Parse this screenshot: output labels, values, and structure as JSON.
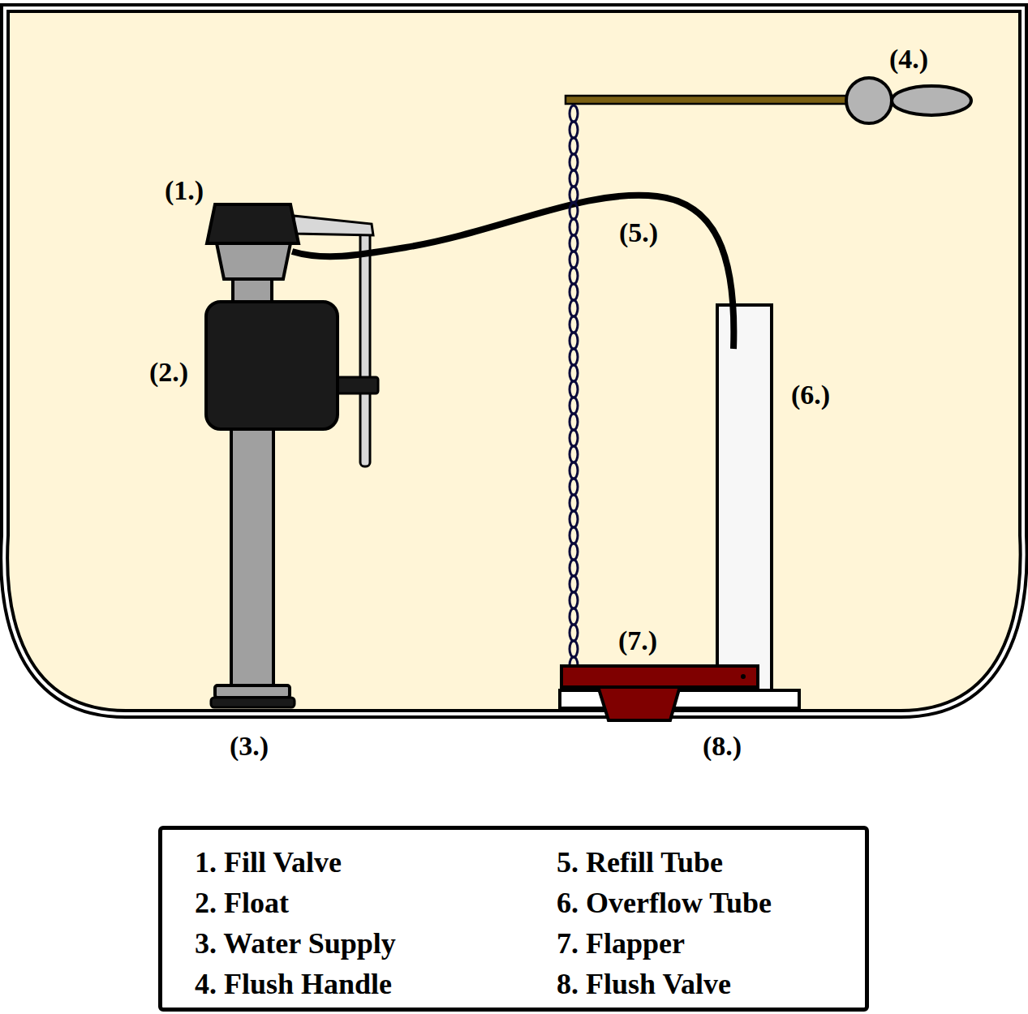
{
  "diagram": {
    "nodes": [
      {
        "text": [
          "1. Fill Valve",
          "2. Float",
          "3. Water Supply",
          "4. Flush Handle",
          "5. Refill Tube",
          "6. Overflow Tube",
          "7. Flapper",
          "8. Flush Valve"
        ]
      }
    ],
    "labels": [
      "(1.)",
      "(2.)",
      "(3.)",
      "(4.)",
      "(5.)",
      "(6.)",
      "(7.)",
      "(8.)"
    ]
  }
}
